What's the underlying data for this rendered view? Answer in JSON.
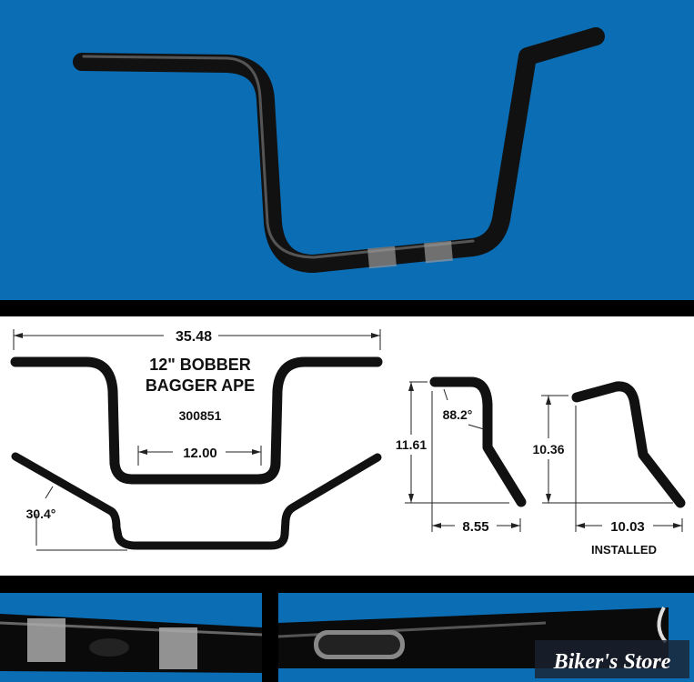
{
  "colors": {
    "background_blue": "#0b6db4",
    "band": "#000000",
    "diagram_bg": "#ffffff"
  },
  "diagram": {
    "title_line1": "12\" BOBBER",
    "title_line2": "BAGGER APE",
    "part_number": "300851",
    "overall_width": "35.48",
    "center_width": "12.00",
    "pullback_angle": "30.4°",
    "rise": "11.61",
    "bend_angle": "88.2°",
    "pullback": "8.55",
    "installed_rise": "10.36",
    "installed_pullback": "10.03",
    "installed_label": "INSTALLED"
  },
  "watermark": "Biker's Store"
}
